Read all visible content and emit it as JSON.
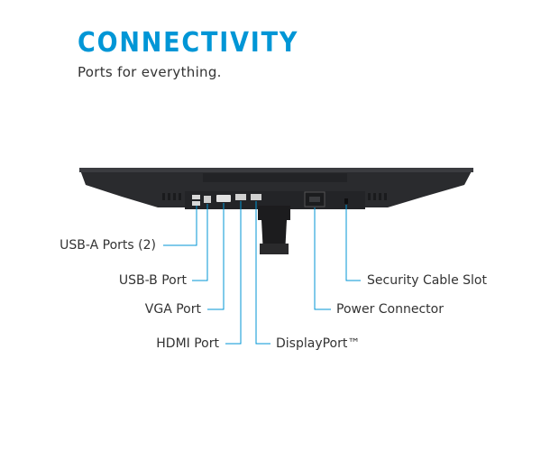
{
  "header": {
    "title": "CONNECTIVITY",
    "subtitle": "Ports for everything."
  },
  "colors": {
    "accent": "#0096d6",
    "monitor_body": "#2a2b2e",
    "stand": "#1c1c1e",
    "port_light": "#d8d8d8",
    "text": "#333333"
  },
  "labels": {
    "usb_a": "USB-A Ports (2)",
    "usb_b": "USB-B Port",
    "vga": "VGA Port",
    "hdmi": "HDMI Port",
    "displayport": "DisplayPort™",
    "security_slot": "Security Cable Slot",
    "power": "Power Connector"
  }
}
